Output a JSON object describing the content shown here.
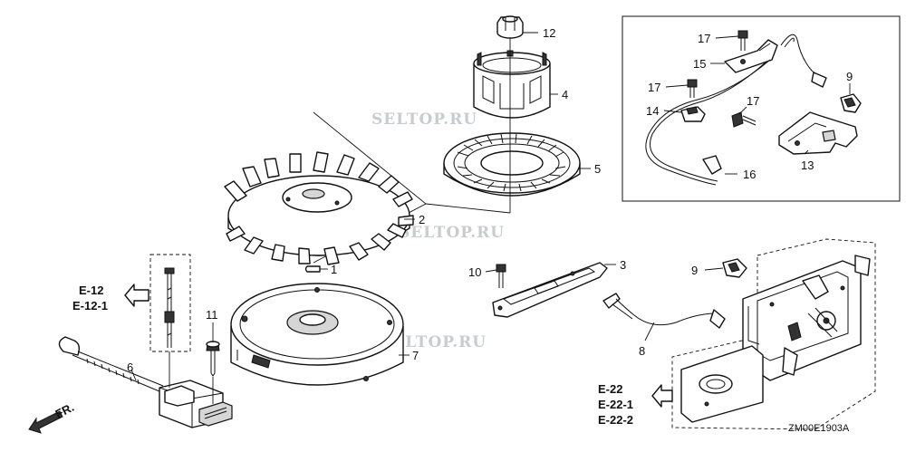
{
  "watermarks": [
    "SELTOP.RU",
    "SELTOP.RU",
    "SELTOP.RU"
  ],
  "callouts": {
    "p1": "1",
    "p2": "2",
    "p3": "3",
    "p4": "4",
    "p5": "5",
    "p6": "6",
    "p7": "7",
    "p8": "8",
    "p9a": "9",
    "p9b": "9",
    "p10": "10",
    "p11": "11",
    "p12": "12",
    "p13": "13",
    "p14": "14",
    "p15": "15",
    "p16": "16",
    "p17a": "17",
    "p17b": "17",
    "p17c": "17"
  },
  "references": {
    "left": [
      "E-12",
      "E-12-1"
    ],
    "right": [
      "E-22",
      "E-22-1",
      "E-22-2"
    ]
  },
  "direction_label": "FR.",
  "diagram_code": "ZM00E1903A",
  "icons": [
    "arrow-left-outline-icon",
    "front-direction-arrow-icon"
  ]
}
